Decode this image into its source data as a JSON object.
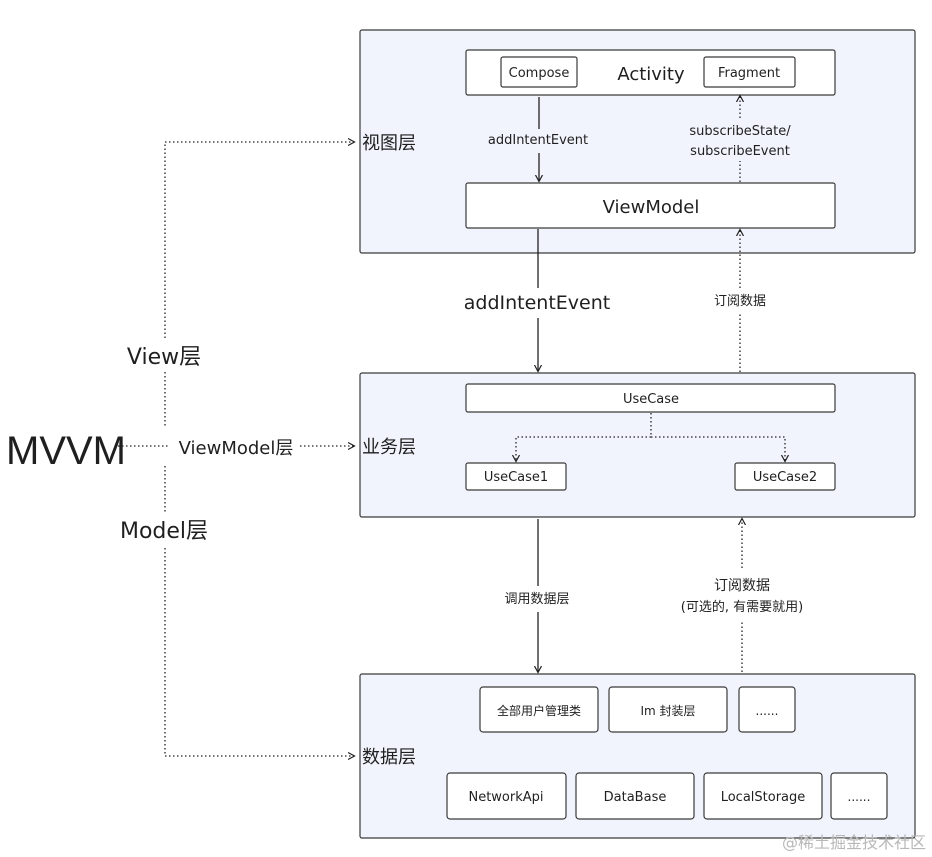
{
  "root": "MVVM",
  "branches": {
    "view": "View层",
    "viewmodel": "ViewModel层",
    "model": "Model层"
  },
  "layers": {
    "view": {
      "title": "视图层",
      "activity": "Activity",
      "compose": "Compose",
      "fragment": "Fragment",
      "viewmodel": "ViewModel",
      "add_intent": "addIntentEvent",
      "subscribe_1": "subscribeState/",
      "subscribe_2": "subscribeEvent"
    },
    "business": {
      "title": "业务层",
      "usecase": "UseCase",
      "usecase1": "UseCase1",
      "usecase2": "UseCase2"
    },
    "data": {
      "title": "数据层",
      "row1": [
        "全部用户管理类",
        "Im 封装层",
        "......"
      ],
      "row2": [
        "NetworkApi",
        "DataBase",
        "LocalStorage",
        "......"
      ]
    }
  },
  "connectors": {
    "add_intent_event": "addIntentEvent",
    "subscribe_data": "订阅数据",
    "call_data_layer": "调用数据层",
    "subscribe_data_2": "订阅数据",
    "subscribe_optional": "(可选的, 有需要就用)"
  },
  "watermark": "@稀土掘金技术社区"
}
